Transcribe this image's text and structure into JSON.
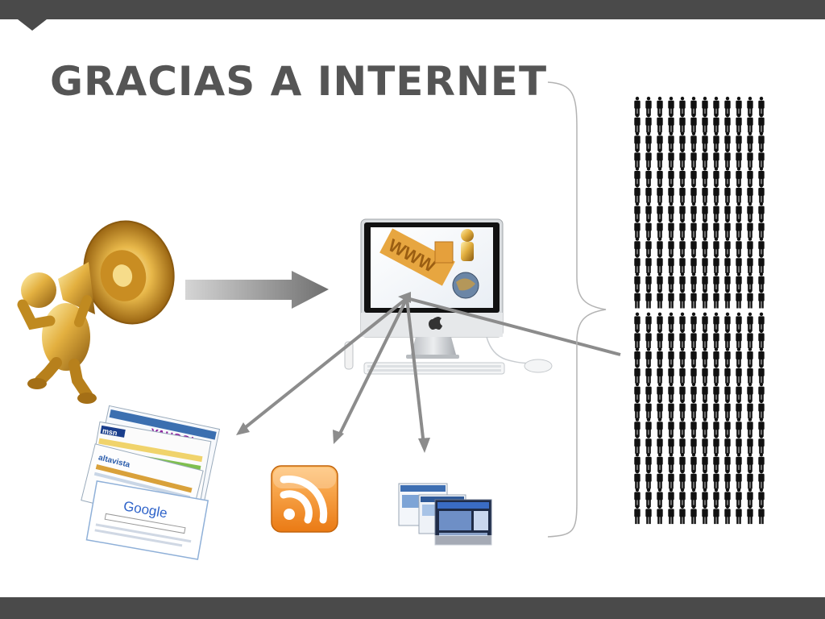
{
  "slide": {
    "title": "GRACIAS A INTERNET"
  },
  "colors": {
    "bar": "#4a4a4a",
    "title": "#555555",
    "arrow": "#8c8c8c",
    "gold": "#d4a032",
    "people": "#111111",
    "rss": "#f08a24"
  },
  "images": {
    "monitor_text": "WWW",
    "search_logos": [
      "YAHOO!",
      "msn",
      "altavista",
      "Google"
    ]
  },
  "icons": [
    "megaphone-figure-icon",
    "imac-computer-icon",
    "search-engines-icon",
    "rss-feed-icon",
    "websites-icon",
    "crowd-icon",
    "brace-icon"
  ]
}
